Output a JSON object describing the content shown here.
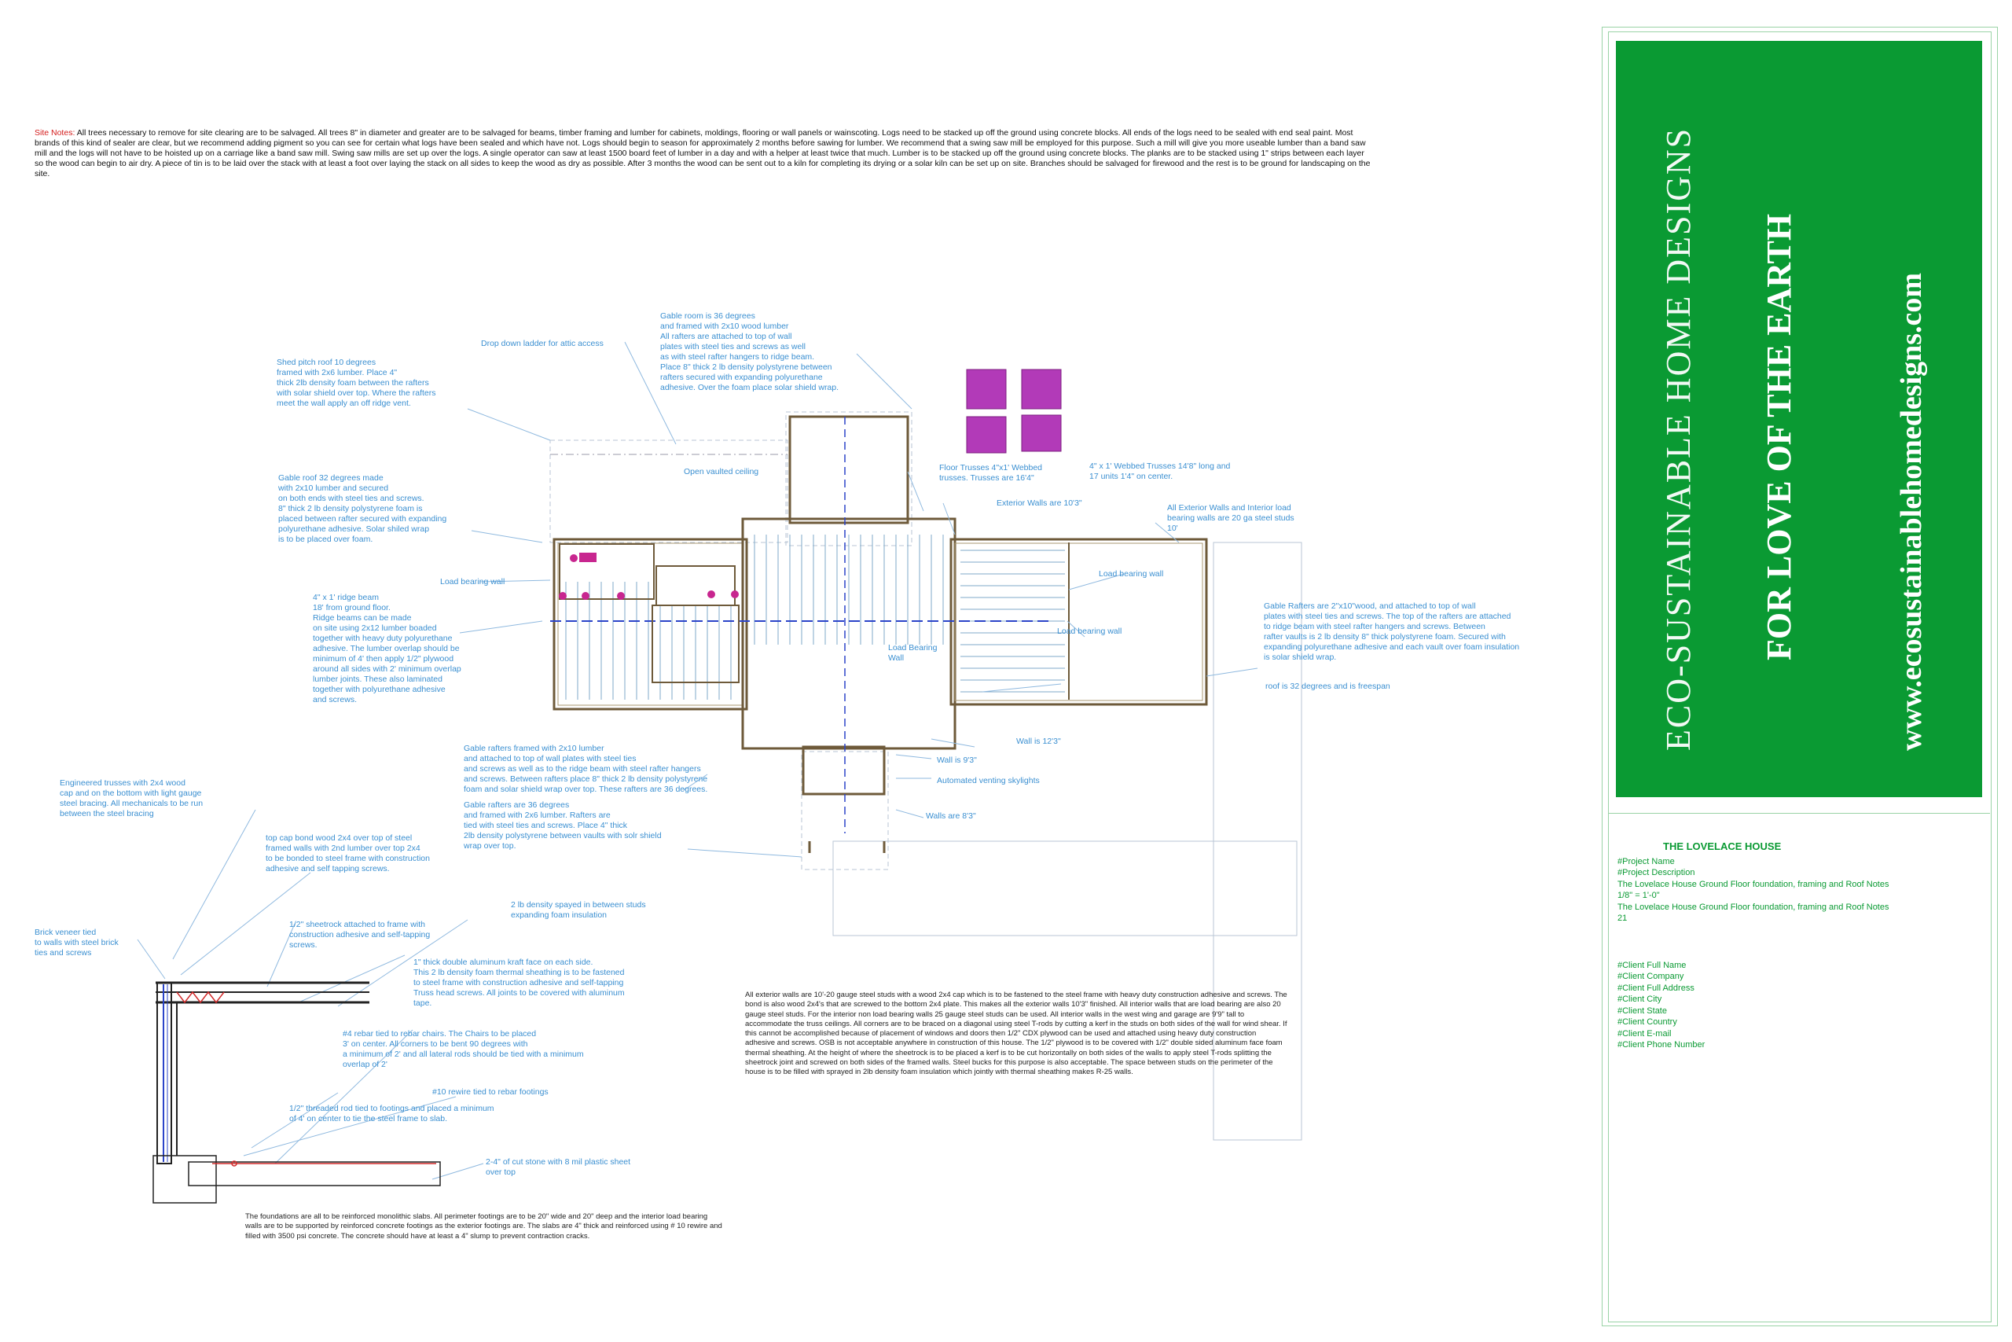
{
  "site_notes": {
    "label": "Site Notes:",
    "text": " All trees necessary to remove for site clearing are to be salvaged.  All trees 8\" in diameter and greater are to be salvaged for beams, timber framing and lumber for cabinets, moldings, flooring or wall panels or wainscoting.  Logs need to be stacked up off the ground using concrete blocks.  All ends of the logs need to be sealed with end seal paint.  Most brands of this kind of sealer are clear, but we recommend adding pigment so you can see for certain what logs have been sealed and which have not.  Logs should begin to season for approximately 2 months before sawing for lumber.  We recommend that a swing saw mill be employed for this purpose.  Such a mill will give you more useable lumber than a band saw mill and the logs will not have to be hoisted up on a carriage like a band saw mill.  Swing saw mills are set up over the logs. A single operator can saw at least 1500 board feet of lumber in a day  and with a helper at least twice that much. Lumber is to be stacked up off the ground using concrete blocks.  The planks are to be stacked using 1\" strips between each layer so the wood can begin to air dry. A piece of tin is to be laid over the stack with at least a foot over laying the stack on all sides to keep the wood as dry as possible.  After 3 months the wood can be sent out to a kiln for completing its drying or a solar kiln can be set up on site.  Branches should be salvaged for firewood and the rest is to be ground for landscaping on the site."
  },
  "plan_notes": {
    "gable_room": "Gable room is 36 degrees\nand framed with 2x10 wood lumber\nAll rafters are attached to top of wall\nplates with steel ties and screws as well\nas with steel rafter hangers to ridge beam.\nPlace 8\" thick 2 lb density polystyrene between\nrafters secured with expanding polyurethane\nadhesive. Over the foam place solar shield wrap.",
    "drop_ladder": "Drop down ladder for attic access",
    "shed_roof": "Shed pitch roof 10 degrees\nframed with 2x6 lumber. Place 4\"\nthick 2lb density foam between the rafters\nwith solar shield over top. Where the rafters\nmeet the wall apply an off ridge vent.",
    "open_ceiling": "Open vaulted ceiling",
    "floor_trusses": "Floor Trusses 4\"x1' Webbed\ntrusses. Trusses are 16'4\"",
    "webbed_trusses": "4\" x 1' Webbed Trusses 14'8\" long and\n17 units 1'4\" on center.",
    "gable_roof": "Gable roof 32 degrees made\nwith 2x10 lumber and secured\non both ends with steel ties and screws.\n8\" thick 2 lb density polystyrene foam is\nplaced between rafter secured with expanding\npolyurethane adhesive. Solar shiled wrap\nis to be placed over foam.",
    "ext_walls_103": "Exterior Walls are 10'3\"",
    "all_ext_walls": "All Exterior Walls and Interior load\nbearing walls are 20 ga steel studs\n10'",
    "load_bearing_1": "Load bearing wall",
    "load_bearing_2": "Load bearing wall",
    "load_bearing_3": "Load bearing wall",
    "load_bearing_4": "Load Bearing\nWall",
    "ridge_beam": "4\" x 1' ridge beam\n18' from ground floor.\nRidge beams can be made\non site using 2x12 lumber boaded\ntogether with heavy duty polyurethane\nadhesive. The lumber overlap should be\nminimum of 4' then apply 1/2\" plywood\naround all sides with 2' minimum overlap\nlumber joints. These also laminated\ntogether with polyurethane adhesive\nand screws.",
    "gable_rafters_right": "Gable Rafters are 2\"x10\"wood, and attached to top of wall\nplates with steel ties and screws. The top of the rafters are attached\nto ridge beam with steel rafter hangers and screws. Between\nrafter vaults is 2 lb density 8\" thick polystyrene foam. Secured with\nexpanding polyurethane adhesive and each vault over foam insulation\nis solar shield wrap.",
    "roof_32": "roof is 32 degrees and is freespan",
    "wall_123": "Wall is 12'3\"",
    "gable_rafters_2x10": "Gable rafters framed with 2x10 lumber\nand attached to top of wall plates with steel ties\nand screws as well as to the ridge beam with steel rafter hangers\nand screws. Between rafters place 8\" thick 2 lb density polystyrene\nfoam and solar shield wrap over top. These rafters are 36 degrees.",
    "wall_93": "Wall is 9'3\"",
    "skylights": "Automated venting skylights",
    "gable_rafters_36": "Gable rafters are 36 degrees\nand framed with 2x6 lumber. Rafters are\ntied with steel ties and screws. Place 4\" thick\n2lb density polystyrene between vaults with solr shield\nwrap over top.",
    "walls_83": "Walls are 8'3\""
  },
  "detail_notes": {
    "engineered_trusses": "Engineered trusses with 2x4 wood\ncap and on the bottom with light gauge\nsteel bracing. All mechanicals to be run\nbetween the steel bracing",
    "top_cap": "top cap bond wood 2x4 over top of steel\nframed walls with 2nd lumber over top 2x4\nto be bonded to steel frame with construction\nadhesive and self tapping screws.",
    "brick_veneer": "Brick veneer tied\nto walls with steel brick\nties and screws",
    "sheetrock": "1/2\" sheetrock attached to frame with\nconstruction adhesive and self-tapping\nscrews.",
    "foam_spray": "2 lb density spayed in between studs\nexpanding foam insulation",
    "aluminum_kraft": "1\" thick double aluminum kraft face on each side.\nThis 2 lb density foam thermal sheathing is to be fastened\nto steel frame with construction adhesive and self-tapping\nTruss head screws. All joints to be covered with aluminum\ntape.",
    "rebar": "#4 rebar tied to rebar chairs. The Chairs to be placed\n3' on center. All corners to be bent 90 degrees with\na minimum of 2' and all lateral rods should be tied with a minimum\noverlap of 2'",
    "rewire": "#10 rewire tied to rebar footings",
    "threaded_rod": "1/2\" threaded rod tied to footings and placed a minimum\nof 4' on center to tie the steel frame to slab.",
    "cut_stone": "2-4\" of cut stone with 8 mil plastic sheet\nover top"
  },
  "walls_paragraph": "All exterior walls are 10'-20 gauge steel studs with a wood 2x4 cap which is to be fastened to the steel frame with heavy duty construction adhesive and screws. The bond is also wood 2x4's that are screwed to the bottom 2x4 plate. This makes all the exterior walls 10'3\" finished.  All interior walls that are load bearing are also 20 gauge steel studs. For the interior non load bearing walls 25 gauge steel studs can be used.  All interior walls in the west wing and garage are 9'9\" tall to accommodate the truss ceilings.  All corners are to be braced on a diagonal using steel T-rods by cutting a kerf in the studs on both sides of the wall for wind shear. If this cannot be accomplished because of placement of windows and doors then 1/2\" CDX plywood can be used and attached using heavy duty construction adhesive and screws.  OSB is not acceptable anywhere in construction of this house.  The 1/2\" plywood is to be covered with 1/2\" double sided aluminum face foam thermal sheathing. At the height of where the sheetrock is to be placed a kerf is to be cut horizontally on both sides of the walls to apply steel T-rods splitting the sheetrock joint and screwed on both sides of the framed walls.  Steel bucks for this purpose is also acceptable.  The space between studs on the perimeter of the house is to be filled with sprayed in 2lb density foam insulation which jointly with thermal sheathing makes R-25 walls.",
  "foundation_paragraph": "The foundations are all to be reinforced monolithic slabs. All perimeter footings are to be 20\" wide and 20\" deep and the interior load bearing walls are to be supported by reinforced concrete footings as the exterior footings are. The slabs are 4\" thick and reinforced using # 10 rewire and filled with 3500 psi concrete. The concrete should have at least a 4\" slump to prevent contraction cracks.",
  "title_block": {
    "brand": "ECO-SUSTAINABLE HOME DESIGNS",
    "tagline": "FOR LOVE OF THE EARTH",
    "website": "www.ecosustainablehomedesigns.com",
    "project_title": "THE LOVELACE HOUSE",
    "lines": [
      "#Project Name",
      "#Project Description",
      "The Lovelace House Ground Floor foundation, framing and Roof Notes",
      "1/8\"   =    1'-0\"",
      "The Lovelace House Ground Floor foundation, framing and Roof Notes",
      "21"
    ],
    "client_lines": [
      "#Client Full Name",
      "#Client Company",
      "#Client Full Address",
      "#Client City",
      "#Client State",
      "#Client Country",
      "#Client E-mail",
      "#Client Phone Number"
    ]
  },
  "colors": {
    "brand_green": "#0a9a33",
    "note_blue": "#3a8fd1",
    "site_note_red": "#d31b1b",
    "solar_panel": "#b23ab8",
    "fixture_pink": "#c8268f"
  }
}
